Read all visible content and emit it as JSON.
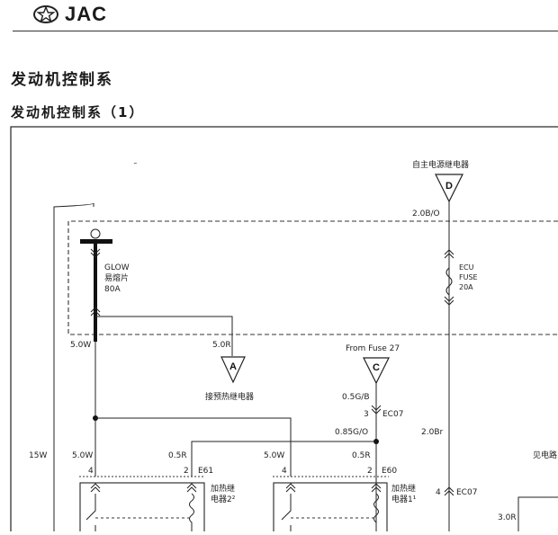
{
  "header": {
    "logo_text": "JAC"
  },
  "section_title": "发动机控制系",
  "subtitle": "发动机控制系（1）",
  "diagram": {
    "connector_D": {
      "letter": "D",
      "name": "自主电源继电器"
    },
    "connector_A": {
      "letter": "A",
      "name": "接预热继电器"
    },
    "connector_C": {
      "letter": "C",
      "name": "From Fuse 27"
    },
    "glow": {
      "line1": "GLOW",
      "line2": "易熔片",
      "line3": "80A"
    },
    "ecu_fuse": {
      "line1": "ECU",
      "line2": "FUSE",
      "line3": "20A"
    },
    "wire_labels": {
      "d_wire": "2.0B/O",
      "glow_bottom": "5.0W",
      "a_wire": "5.0R",
      "c_wire": "0.5G/B",
      "ec07_top_pin": "3",
      "ec07_top": "EC07",
      "c_bottom": "0.85G/O",
      "ecu_wire": "2.0Br",
      "left_15w": "15W",
      "e61_left": "5.0W",
      "e61_right": "0.5R",
      "e60_left": "5.0W",
      "e60_right": "0.5R",
      "right_edge": "见电路",
      "ec07_bottom_pin": "4",
      "ec07_bottom": "EC07",
      "bottom_right": "3.0R"
    },
    "relay2": {
      "pin_left": "4",
      "pin_right": "2",
      "code": "E61",
      "name1": "加热继",
      "name2": "电器2²"
    },
    "relay1": {
      "pin_left": "4",
      "pin_right": "2",
      "code": "E60",
      "name1": "加热继",
      "name2": "电器1¹"
    },
    "misc_mark": "˜"
  }
}
